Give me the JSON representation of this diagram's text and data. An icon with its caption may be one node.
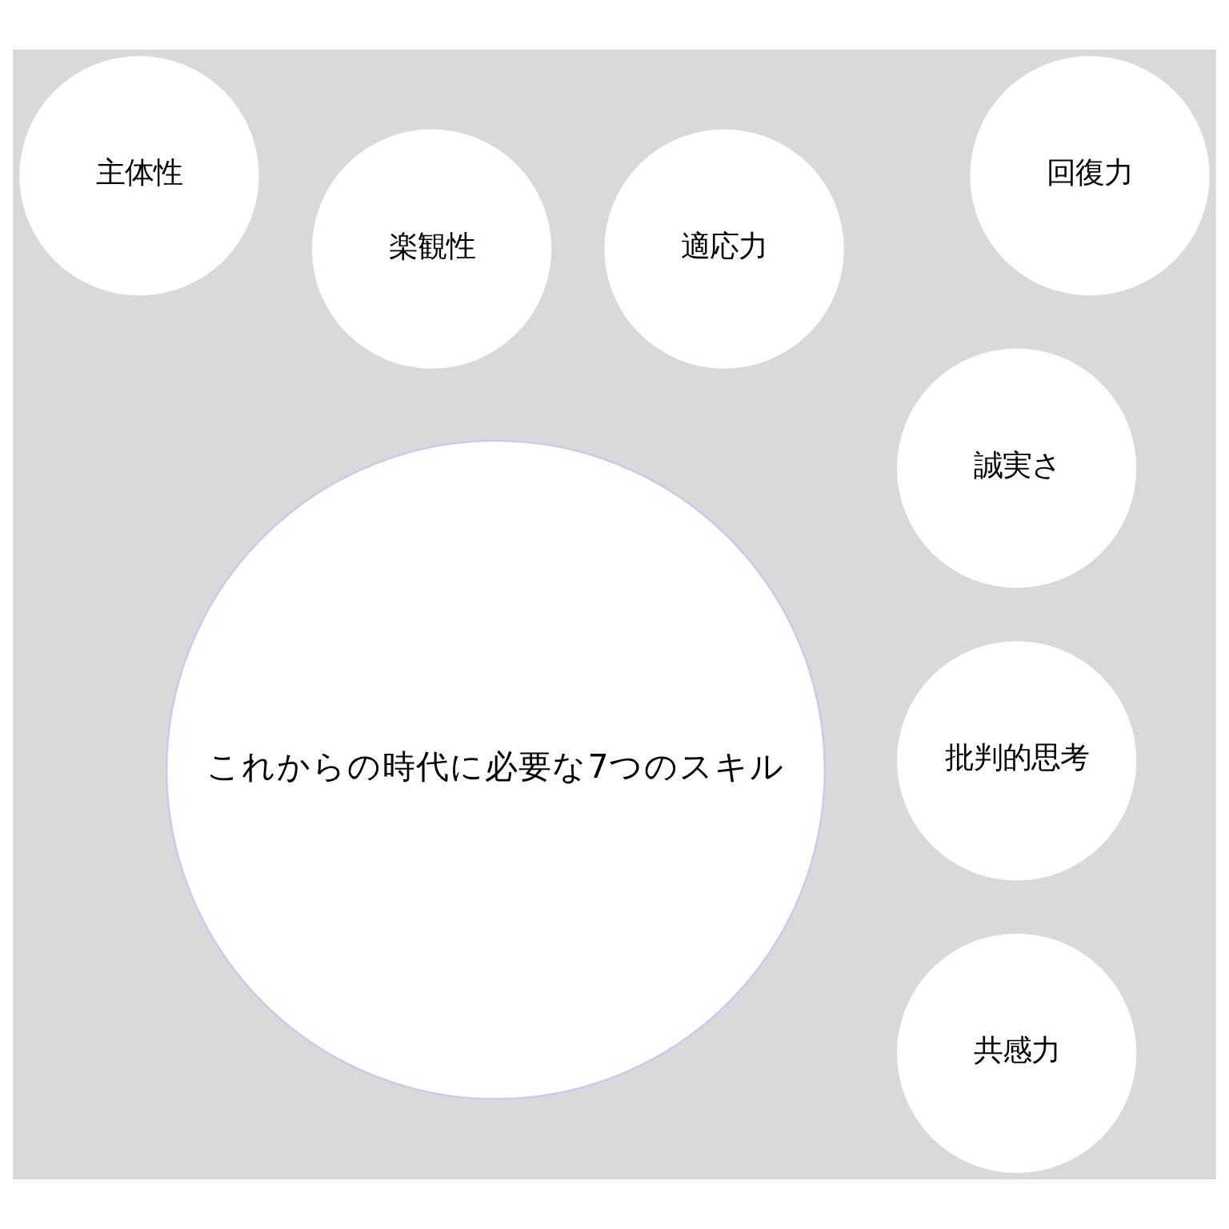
{
  "diagram": {
    "nodes": [
      {
        "text": [
          "共感力"
        ]
      },
      {
        "text": [
          "批判的思考"
        ]
      },
      {
        "text": [
          "誠実さ"
        ]
      },
      {
        "text": [
          "これからの時代に必要な7つのスキル"
        ]
      },
      {
        "text": [
          "適応力"
        ]
      },
      {
        "text": [
          "楽観性"
        ]
      },
      {
        "text": [
          "回復力"
        ]
      },
      {
        "text": [
          "主体性"
        ]
      }
    ],
    "edges": []
  }
}
